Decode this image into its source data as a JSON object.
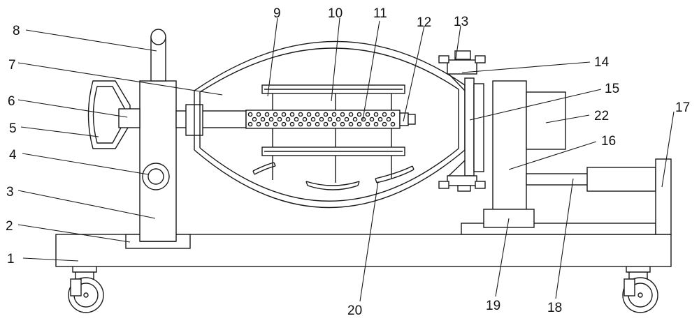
{
  "figure": {
    "labels": [
      {
        "id": "l1",
        "text": "1"
      },
      {
        "id": "l2",
        "text": "2"
      },
      {
        "id": "l3",
        "text": "3"
      },
      {
        "id": "l4",
        "text": "4"
      },
      {
        "id": "l5",
        "text": "5"
      },
      {
        "id": "l6",
        "text": "6"
      },
      {
        "id": "l7",
        "text": "7"
      },
      {
        "id": "l8",
        "text": "8"
      },
      {
        "id": "l9",
        "text": "9"
      },
      {
        "id": "l10",
        "text": "10"
      },
      {
        "id": "l11",
        "text": "11"
      },
      {
        "id": "l12",
        "text": "12"
      },
      {
        "id": "l13",
        "text": "13"
      },
      {
        "id": "l14",
        "text": "14"
      },
      {
        "id": "l15",
        "text": "15"
      },
      {
        "id": "l16",
        "text": "16"
      },
      {
        "id": "l17",
        "text": "17"
      },
      {
        "id": "l18",
        "text": "18"
      },
      {
        "id": "l19",
        "text": "19"
      },
      {
        "id": "l20",
        "text": "20"
      },
      {
        "id": "l22",
        "text": "22"
      }
    ]
  }
}
